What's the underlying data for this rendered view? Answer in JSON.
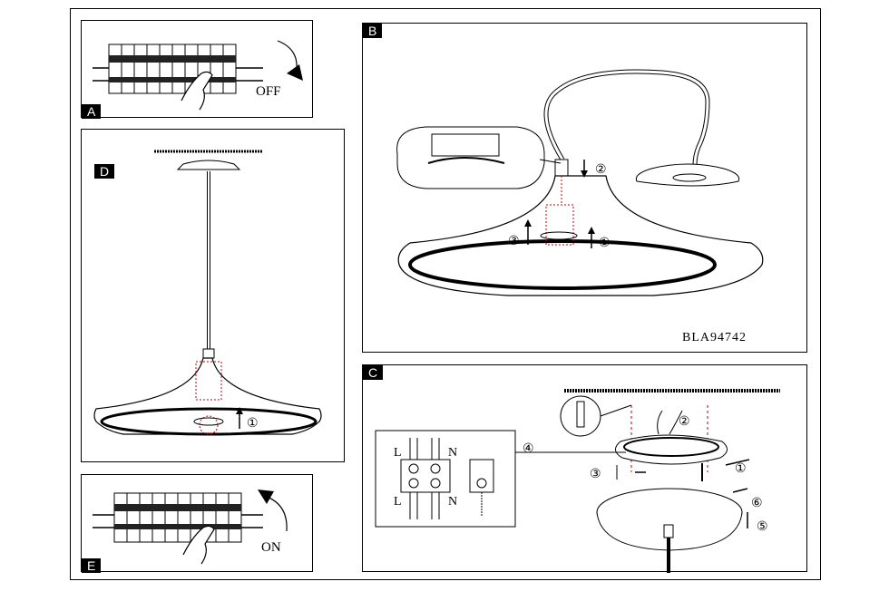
{
  "panels": {
    "a": {
      "label": "A",
      "caption": "OFF"
    },
    "b": {
      "label": "B",
      "model": "BLA94742",
      "step1": "①",
      "step2": "②",
      "step3": "③"
    },
    "c": {
      "label": "C",
      "step1": "①",
      "step2": "②",
      "step3": "③",
      "step4": "④",
      "step5": "⑤",
      "step6": "⑥",
      "terminal_l_top": "L",
      "terminal_n_top": "N",
      "terminal_l_bottom": "L",
      "terminal_n_bottom": "N"
    },
    "d": {
      "label": "D",
      "step1": "①"
    },
    "e": {
      "label": "E",
      "caption": "ON"
    }
  },
  "colors": {
    "line": "#000000",
    "accent": "#cc0000"
  }
}
